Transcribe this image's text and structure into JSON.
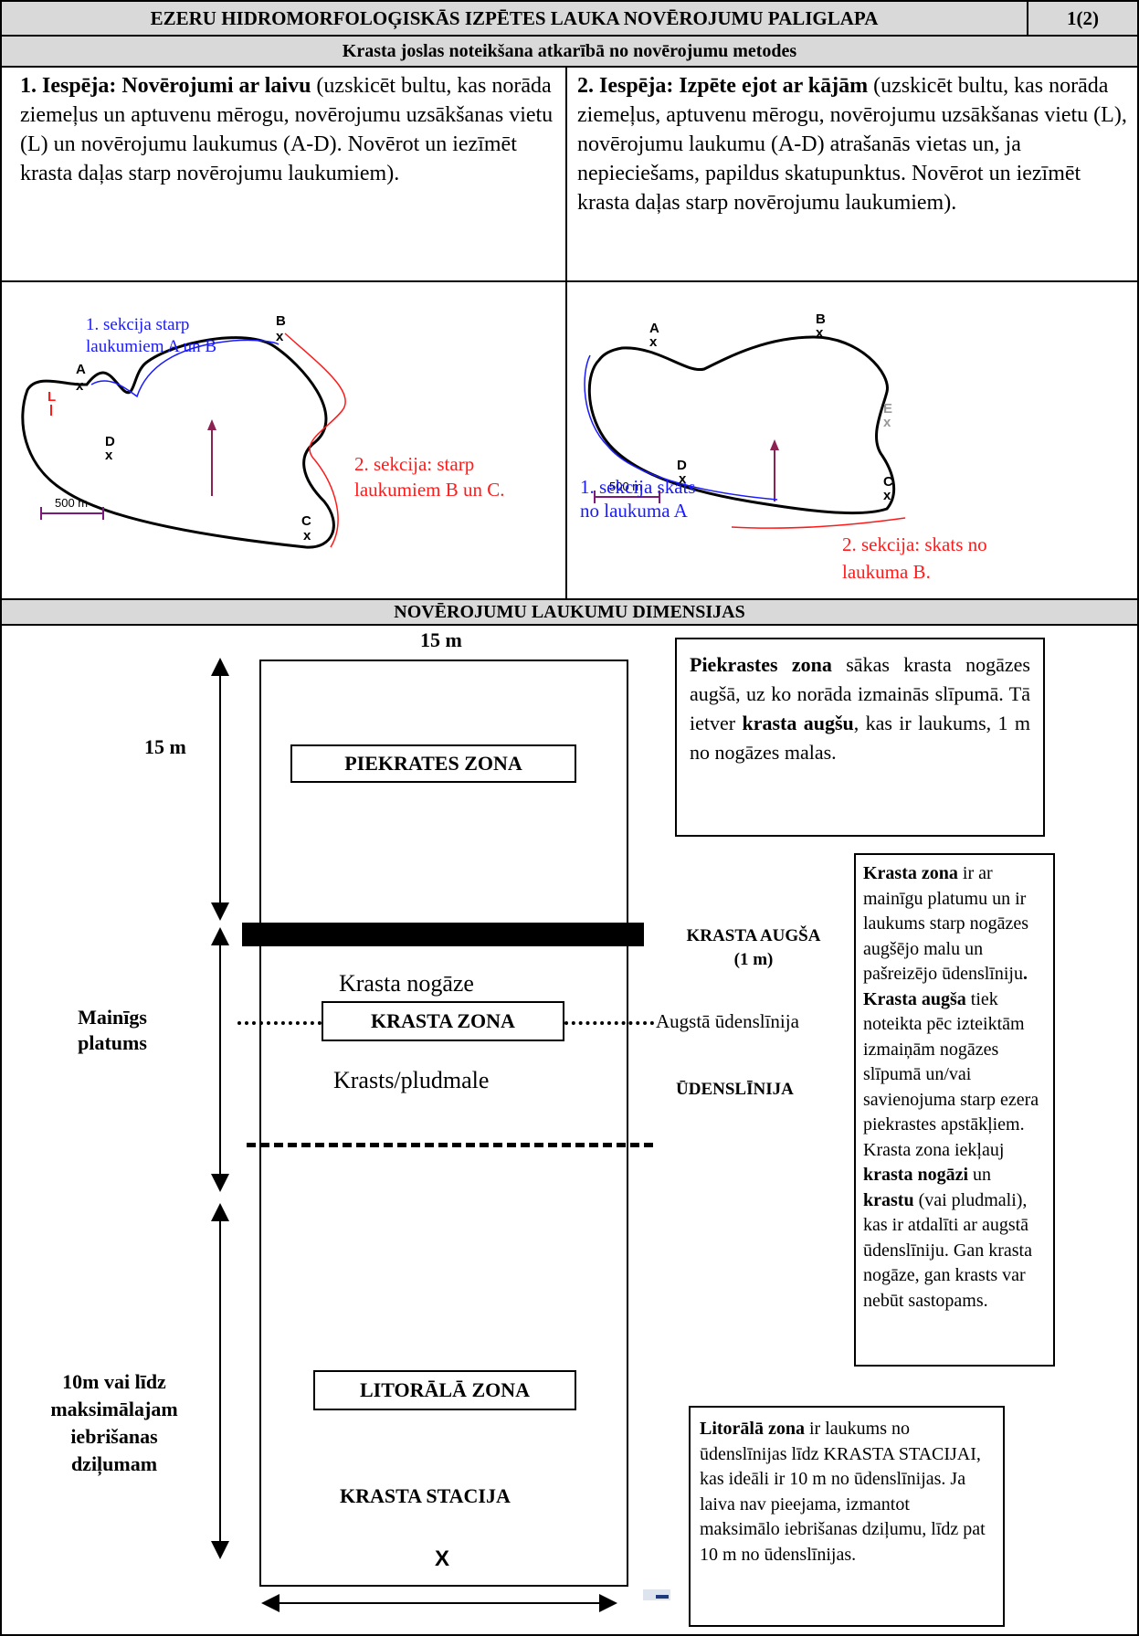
{
  "header": {
    "title": "EZERU HIDROMORFOLOĢISKĀS IZPĒTES LAUKA NOVĒROJUMU PALIGLAPA",
    "page": "1(2)"
  },
  "section1": {
    "title": "Krasta joslas noteikšana atkarībā no novērojumu metodes",
    "option1": {
      "lead": "1. Iespēja: Novērojumi ar laivu",
      "text": " (uzskicēt bultu, kas norāda ziemeļus un aptuvenu mērogu, novērojumu uzsākšanas vietu (L) un novērojumu laukumus (A-D). Novērot un iezīmēt krasta daļas starp novērojumu laukumiem)."
    },
    "option2": {
      "lead": "2. Iespēja: Izpēte ejot ar kājām",
      "text": " (uzskicēt bultu, kas norāda ziemeļus, aptuvenu mērogu, novērojumu uzsākšanas vietu (L), novērojumu laukumu (A-D) atrašanās vietas un, ja nepieciešams, papildus skatupunktus. Novērot un iezīmēt krasta daļas starp novērojumu laukumiem)."
    }
  },
  "map1": {
    "caption_blue_1": "1. sekcija starp",
    "caption_blue_2": "laukumiem A un B",
    "caption_red_1": "2. sekcija: starp",
    "caption_red_2": "laukumiem B un C.",
    "labels": [
      "A",
      "B",
      "C",
      "D",
      "L"
    ],
    "scale": "500 m"
  },
  "map2": {
    "caption_blue_1": "1. sekcija skats",
    "caption_blue_2": "no laukuma A",
    "caption_red_1": "2. sekcija: skats no",
    "caption_red_2": "laukuma B.",
    "labels": [
      "A",
      "B",
      "C",
      "D",
      "E"
    ],
    "scale": "500 m"
  },
  "section2": {
    "title": "NOVĒROJUMU LAUKUMU DIMENSIJAS",
    "width_label": "15 m",
    "height_label": "15 m",
    "zone_piekrates": "PIEKRATES ZONA",
    "krasta_augsa": "KRASTA AUGŠA",
    "krasta_augsa_sub": "(1 m)",
    "krasta_nogaze": "Krasta nogāze",
    "krasta_zona": "KRASTA ZONA",
    "augsta_udenslinija": "Augstā ūdenslīnija",
    "krasts_pludmale": "Krasts/pludmale",
    "udenslinija": "ŪDENSLĪNIJA",
    "mainigs_1": "Mainīgs",
    "mainigs_2": "platums",
    "litoral_zona": "LITORĀLĀ ZONA",
    "krasta_stacija": "KRASTA STACIJA",
    "station_mark": "X",
    "depth_1": "10m vai līdz",
    "depth_2": "maksimālajam",
    "depth_3": "iebrišanas",
    "depth_4": "dziļumam"
  },
  "notes": {
    "piekrastes": {
      "lead": "Piekrastes zona",
      "text1": " sākas krasta nogāzes augšā, uz ko norāda izmainās slīpumā. Tā ietver ",
      "bold2": "krasta augšu",
      "text2": ", kas ir laukums, 1 m no nogāzes malas."
    },
    "krasta": {
      "lead": "Krasta zona",
      "text1": " ir ar mainīgu platumu un ir laukums starp nogāzes augšējo malu un pašreizējo ūdenslīniju",
      "dot": ".",
      "bold2": "Krasta augša",
      "text2": " tiek noteikta pēc izteiktām izmaiņām nogāzes slīpumā un/vai savienojuma starp ezera piekrastes apstākļiem. Krasta zona iekļauj ",
      "bold3": "krasta nogāzi",
      "text3": " un ",
      "bold4": "krastu",
      "text4": " (vai pludmali), kas ir atdalīti ar augstā ūdenslīniju. Gan krasta nogāze, gan krasts var nebūt sastopams."
    },
    "litoral": {
      "lead": "Litorālā zona",
      "text1": " ir laukums no ūdenslīnijas līdz KRASTA STACIJAI, kas ideāli ir 10 m no ūdenslīnijas. Ja laiva nav pieejama, izmantot maksimālo iebrišanas dziļumu, līdz pat 10 m no ūdenslīnijas."
    }
  },
  "colors": {
    "header_bg": "#d9d9d9",
    "blue": "#1a1aff",
    "red": "#ff1a1a",
    "arrow": "#8b2252",
    "scale": "#7b1a7b"
  }
}
